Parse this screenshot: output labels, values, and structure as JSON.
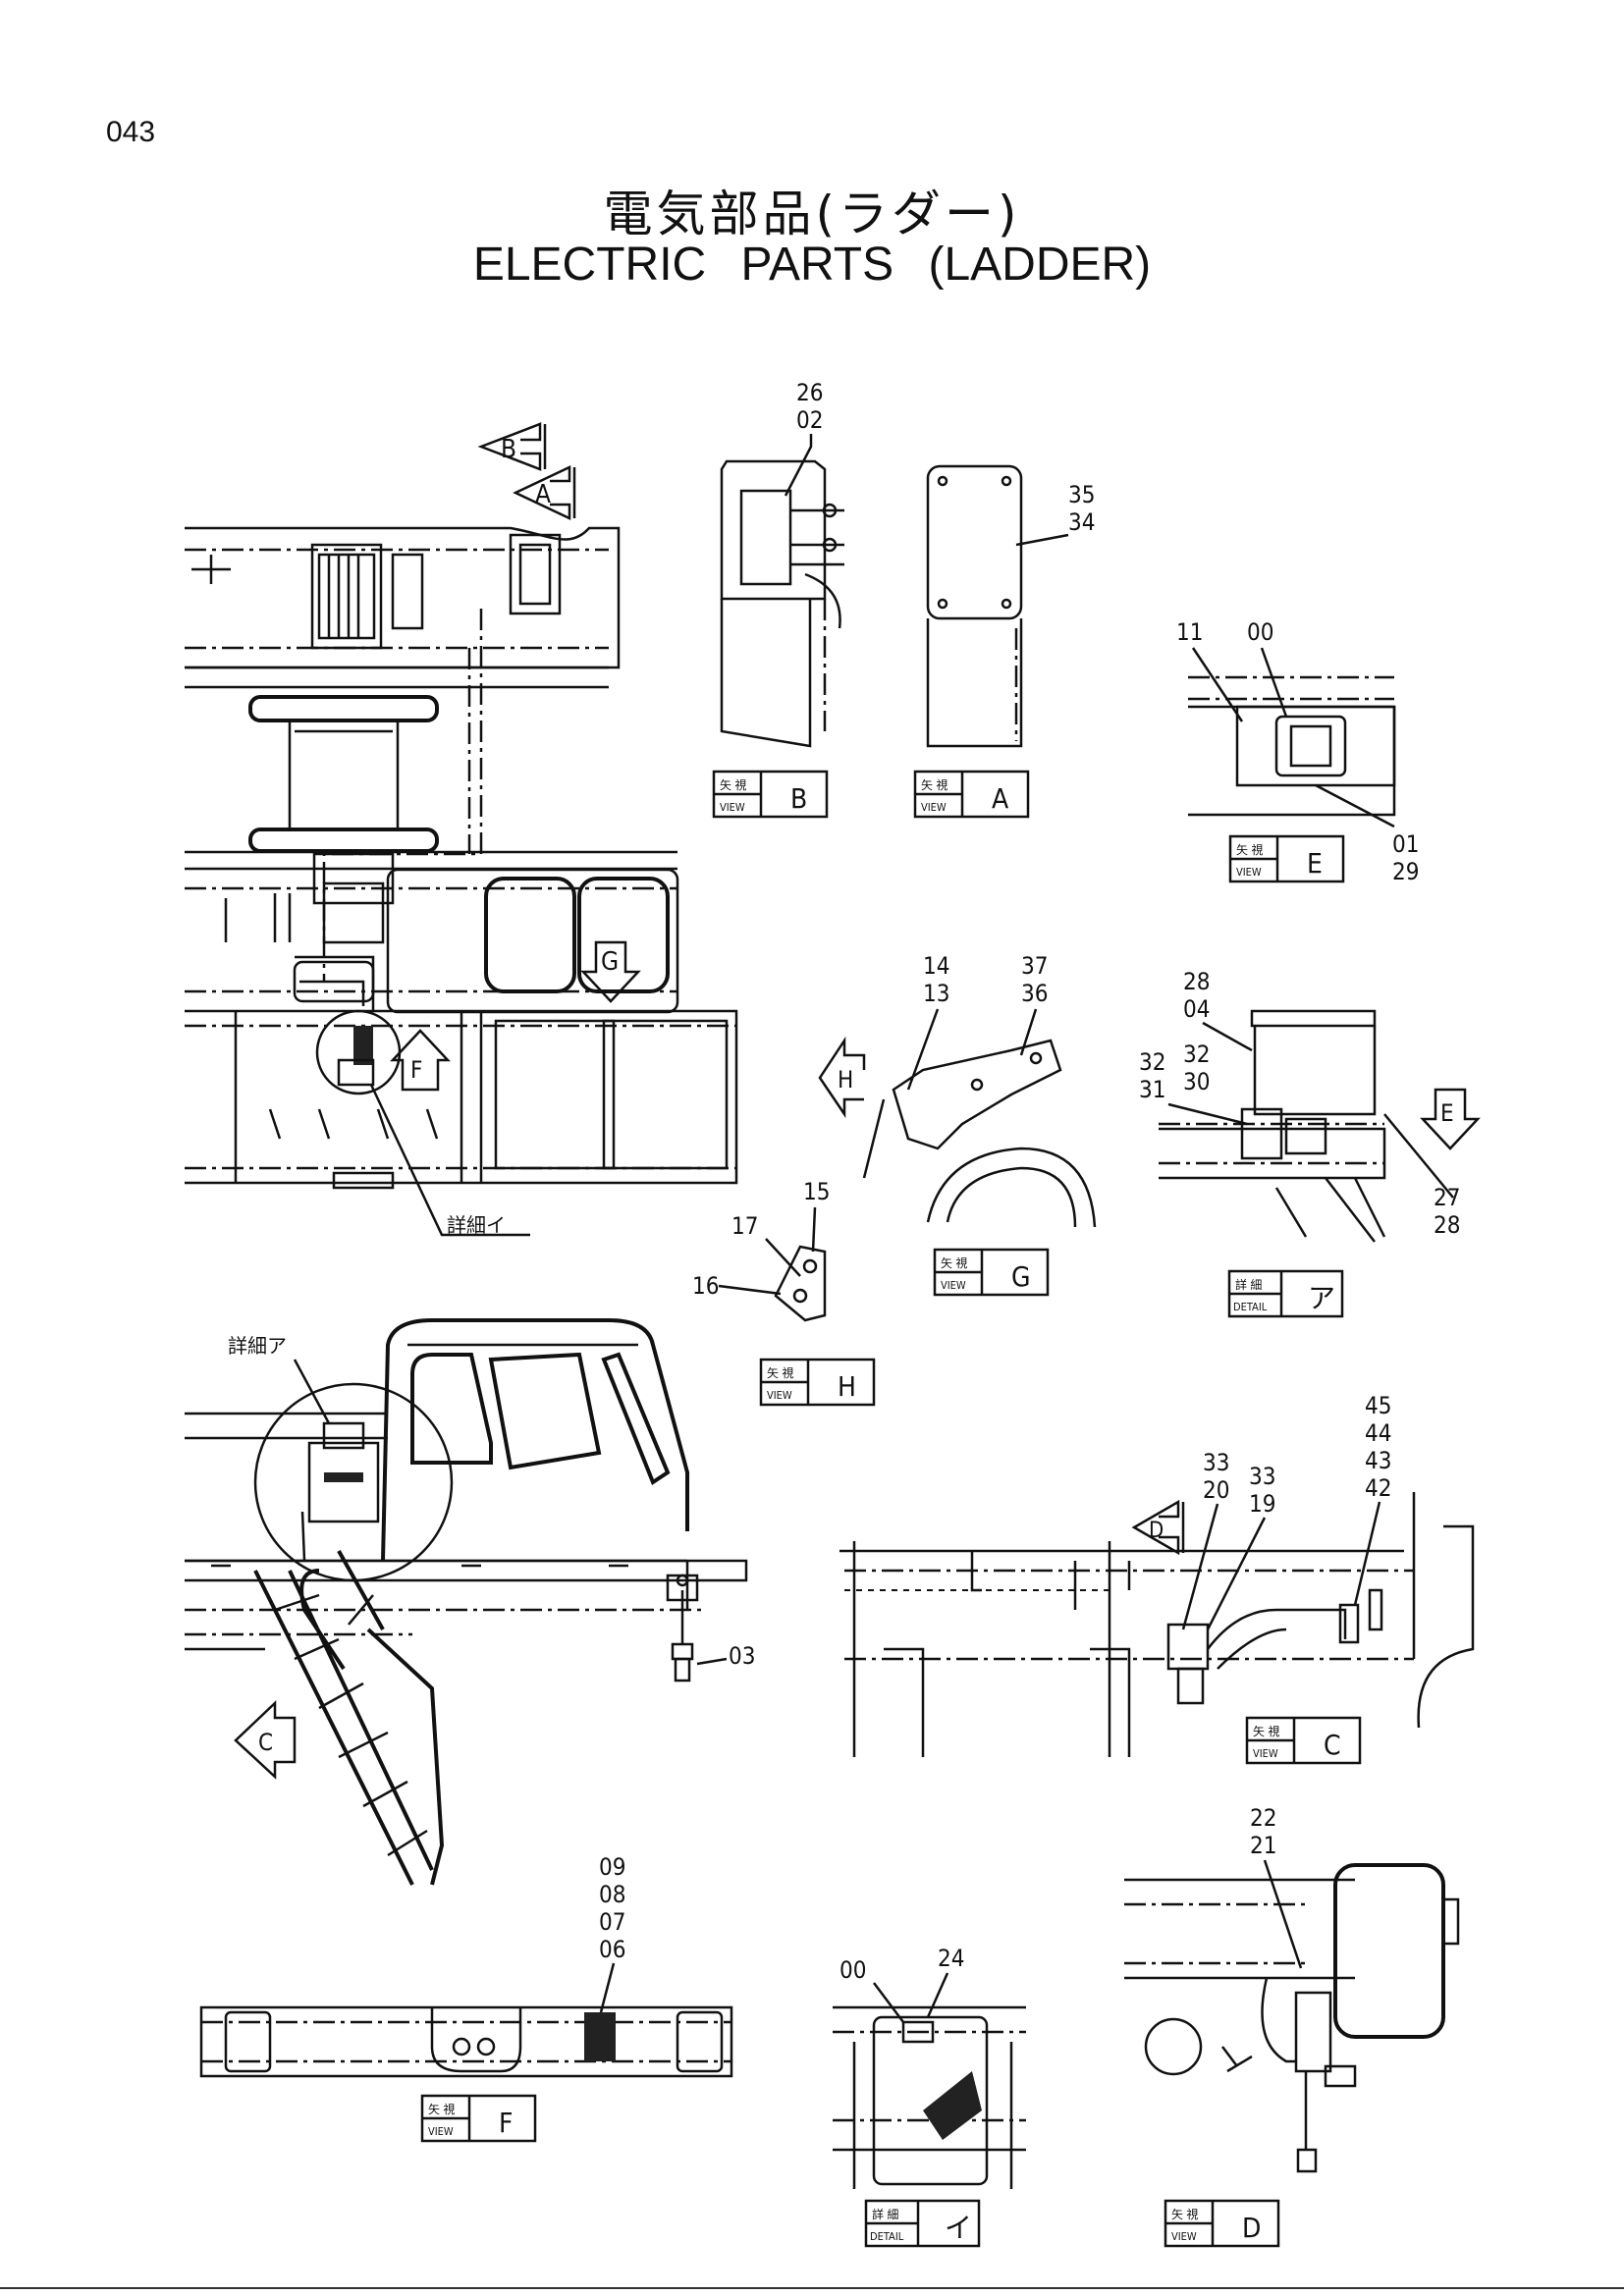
{
  "page": {
    "number": "043"
  },
  "title": {
    "jp": "電気部品(ラダー)",
    "en": "ELECTRIC   PARTS (LADDER)"
  },
  "view_tag": {
    "jp": "矢 視",
    "en": "VIEW"
  },
  "detail_tag": {
    "jp": "詳 細",
    "en": "DETAIL"
  },
  "views": [
    {
      "id": "view-b",
      "letter": "B",
      "callouts": [
        "26",
        "02"
      ]
    },
    {
      "id": "view-a",
      "letter": "A",
      "callouts": [
        "35",
        "34"
      ]
    },
    {
      "id": "view-e",
      "letter": "E",
      "callouts": [
        "11",
        "00",
        "01",
        "29"
      ]
    },
    {
      "id": "view-g",
      "letter": "G",
      "callouts": [
        "14",
        "13",
        "37",
        "36"
      ]
    },
    {
      "id": "view-h",
      "letter": "H",
      "callouts": [
        "15",
        "17",
        "16"
      ]
    },
    {
      "id": "view-c",
      "letter": "C",
      "callouts": [
        "45",
        "44",
        "43",
        "42",
        "33",
        "20",
        "33",
        "19"
      ]
    },
    {
      "id": "view-f",
      "letter": "F",
      "callouts": [
        "09",
        "08",
        "07",
        "06"
      ]
    },
    {
      "id": "view-d",
      "letter": "D",
      "callouts": [
        "22",
        "21"
      ]
    }
  ],
  "details": [
    {
      "id": "detail-a",
      "letter": "ア",
      "callouts": [
        "28",
        "04",
        "32",
        "30",
        "32",
        "31",
        "27",
        "28"
      ]
    },
    {
      "id": "detail-i",
      "letter": "イ",
      "callouts": [
        "00",
        "24"
      ]
    }
  ],
  "main_view": {
    "arrows": [
      "B",
      "A",
      "G",
      "F",
      "H",
      "E",
      "D",
      "C"
    ],
    "detail_refs": [
      "詳細イ",
      "詳細ア"
    ],
    "callouts": [
      "03"
    ]
  }
}
